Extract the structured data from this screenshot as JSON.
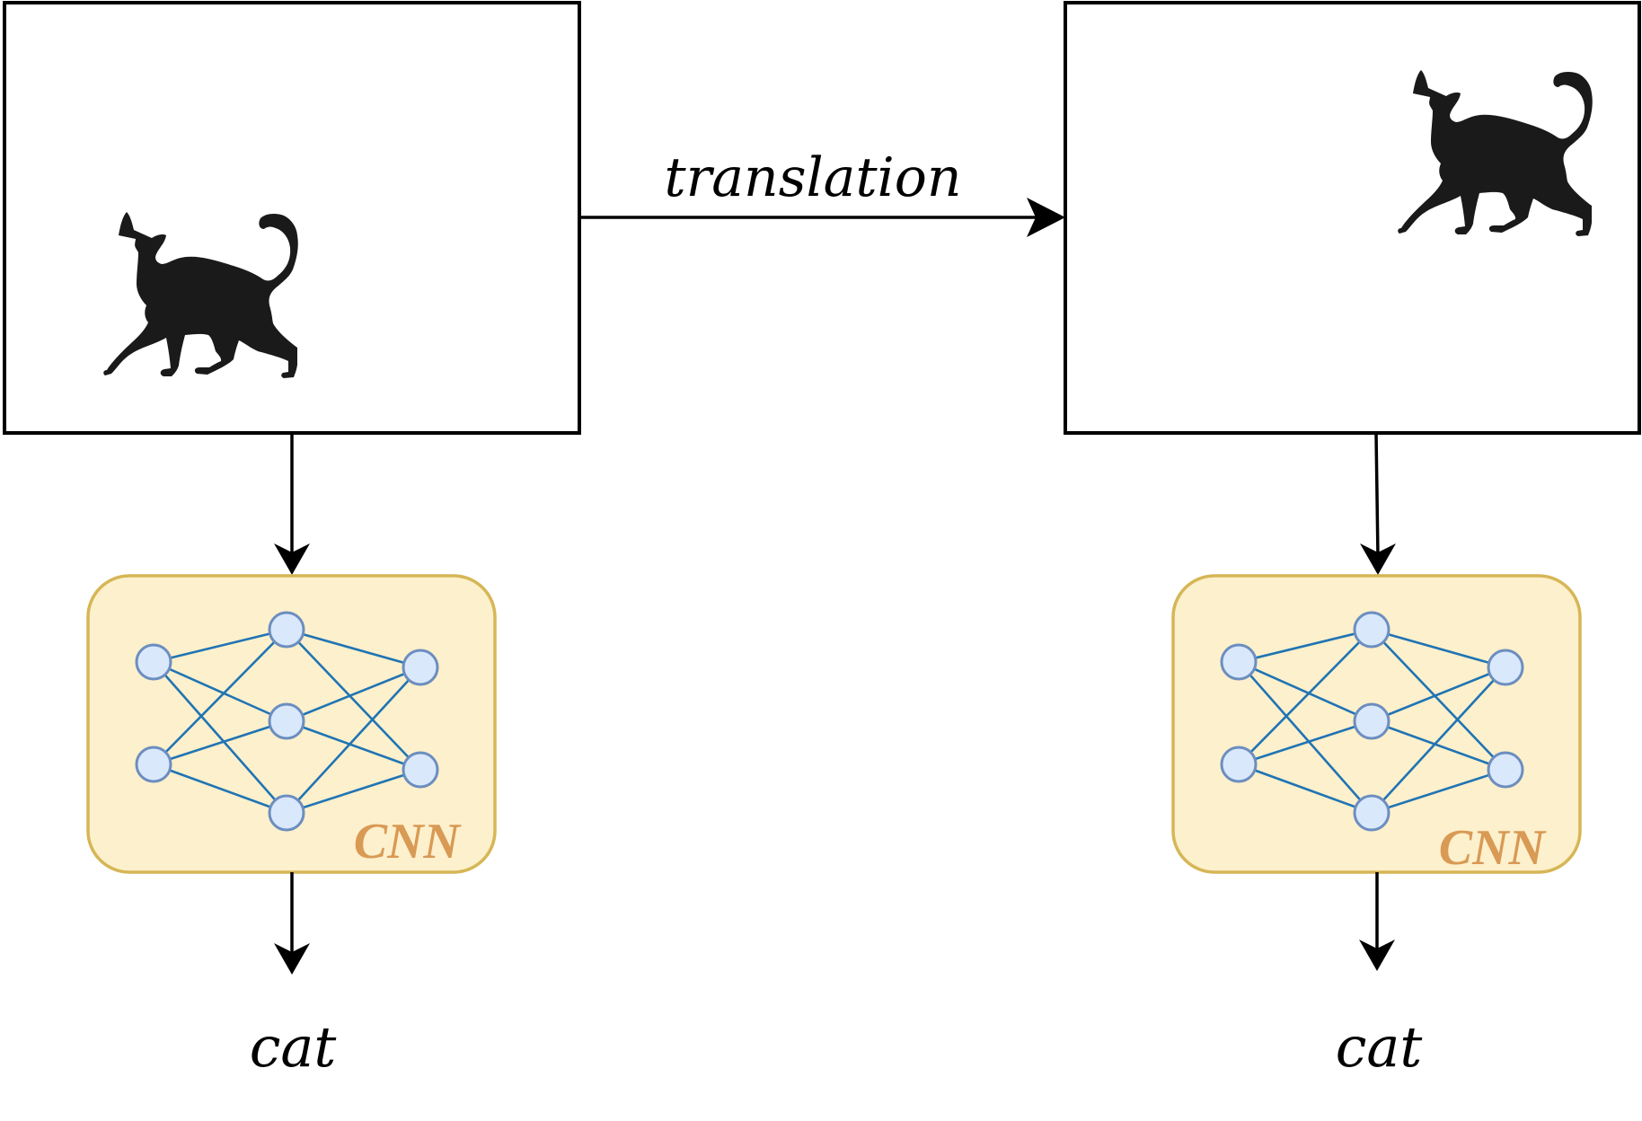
{
  "transform_label": "translation",
  "panels": [
    {
      "model_label": "CNN",
      "output_label": "cat"
    },
    {
      "model_label": "CNN",
      "output_label": "cat"
    }
  ],
  "colors": {
    "cnn_fill": "#fdf0cc",
    "cnn_stroke": "#d6b656",
    "cnn_label": "#d89a55",
    "node_fill": "#dae8fc",
    "node_stroke": "#6c8ebf",
    "edge": "#1f74b4",
    "silhouette": "#1a1a1a"
  },
  "icons": [
    "cat-silhouette-icon",
    "neural-network-icon"
  ]
}
